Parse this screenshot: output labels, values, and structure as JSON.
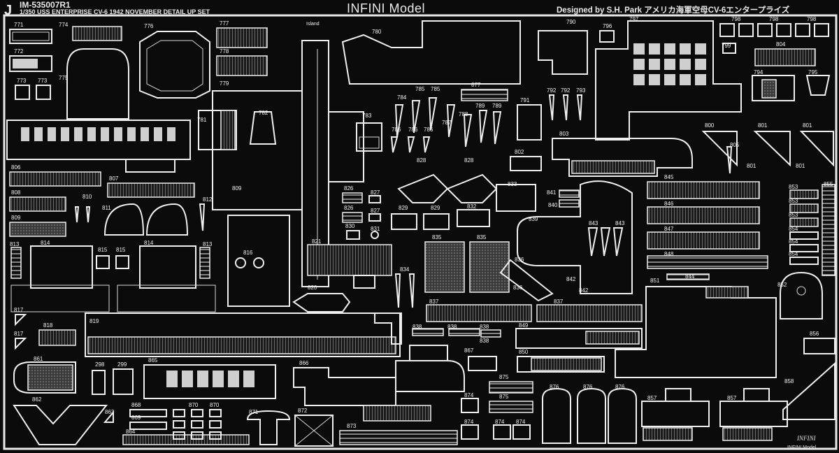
{
  "header": {
    "sheet_letter": "J",
    "product_code": "IM-535007R1",
    "subtitle": "1/350 USS ENTERPRISE CV-6 1942 NOVEMBER DETAIL UP SET",
    "brand": "INFINI Model",
    "designer": "Designed by S.H. Park アメリカ海軍空母CV-6エンタープライズ"
  },
  "footer": {
    "logo_text": "INFINI",
    "brand_small": "INFINI Model"
  },
  "island_label": "Island",
  "part_numbers": [
    {
      "n": "771"
    },
    {
      "n": "772"
    },
    {
      "n": "773"
    },
    {
      "n": "773b",
      "t": "773"
    },
    {
      "n": "774"
    },
    {
      "n": "775"
    },
    {
      "n": "776"
    },
    {
      "n": "777"
    },
    {
      "n": "778"
    },
    {
      "n": "779"
    },
    {
      "n": "780"
    },
    {
      "n": "781"
    },
    {
      "n": "782"
    },
    {
      "n": "783"
    },
    {
      "n": "784"
    },
    {
      "n": "785"
    },
    {
      "n": "785b",
      "t": "785"
    },
    {
      "n": "786"
    },
    {
      "n": "786b",
      "t": "786"
    },
    {
      "n": "786c",
      "t": "786"
    },
    {
      "n": "787"
    },
    {
      "n": "788"
    },
    {
      "n": "789"
    },
    {
      "n": "789b",
      "t": "789"
    },
    {
      "n": "790"
    },
    {
      "n": "791"
    },
    {
      "n": "792"
    },
    {
      "n": "792b",
      "t": "792"
    },
    {
      "n": "793"
    },
    {
      "n": "794"
    },
    {
      "n": "795"
    },
    {
      "n": "796"
    },
    {
      "n": "797"
    },
    {
      "n": "798"
    },
    {
      "n": "798b",
      "t": "798"
    },
    {
      "n": "798c",
      "t": "798"
    },
    {
      "n": "799"
    },
    {
      "n": "800"
    },
    {
      "n": "801"
    },
    {
      "n": "801b",
      "t": "801"
    },
    {
      "n": "801c",
      "t": "801"
    },
    {
      "n": "801d",
      "t": "801"
    },
    {
      "n": "802"
    },
    {
      "n": "803"
    },
    {
      "n": "804"
    },
    {
      "n": "805"
    },
    {
      "n": "806"
    },
    {
      "n": "807"
    },
    {
      "n": "808"
    },
    {
      "n": "809"
    },
    {
      "n": "809b",
      "t": "809"
    },
    {
      "n": "810"
    },
    {
      "n": "811"
    },
    {
      "n": "812"
    },
    {
      "n": "813"
    },
    {
      "n": "813b",
      "t": "813"
    },
    {
      "n": "814"
    },
    {
      "n": "814b",
      "t": "814"
    },
    {
      "n": "815"
    },
    {
      "n": "815b",
      "t": "815"
    },
    {
      "n": "816"
    },
    {
      "n": "817"
    },
    {
      "n": "817b",
      "t": "817"
    },
    {
      "n": "818"
    },
    {
      "n": "819"
    },
    {
      "n": "820"
    },
    {
      "n": "821"
    },
    {
      "n": "826"
    },
    {
      "n": "826b",
      "t": "826"
    },
    {
      "n": "827"
    },
    {
      "n": "827b",
      "t": "827"
    },
    {
      "n": "828"
    },
    {
      "n": "828b",
      "t": "828"
    },
    {
      "n": "829"
    },
    {
      "n": "829b",
      "t": "829"
    },
    {
      "n": "830"
    },
    {
      "n": "831"
    },
    {
      "n": "832"
    },
    {
      "n": "833"
    },
    {
      "n": "834"
    },
    {
      "n": "835"
    },
    {
      "n": "835b",
      "t": "835"
    },
    {
      "n": "836"
    },
    {
      "n": "836b",
      "t": "836"
    },
    {
      "n": "837"
    },
    {
      "n": "837b",
      "t": "837"
    },
    {
      "n": "838"
    },
    {
      "n": "838b",
      "t": "838"
    },
    {
      "n": "838c",
      "t": "838"
    },
    {
      "n": "838d",
      "t": "838"
    },
    {
      "n": "839"
    },
    {
      "n": "840"
    },
    {
      "n": "841"
    },
    {
      "n": "842"
    },
    {
      "n": "842b",
      "t": "842"
    },
    {
      "n": "843"
    },
    {
      "n": "843b",
      "t": "843"
    },
    {
      "n": "844"
    },
    {
      "n": "845"
    },
    {
      "n": "846"
    },
    {
      "n": "847"
    },
    {
      "n": "848"
    },
    {
      "n": "849"
    },
    {
      "n": "850"
    },
    {
      "n": "851"
    },
    {
      "n": "852"
    },
    {
      "n": "853"
    },
    {
      "n": "853b",
      "t": "853"
    },
    {
      "n": "853c",
      "t": "853"
    },
    {
      "n": "854"
    },
    {
      "n": "854b",
      "t": "854"
    },
    {
      "n": "854c",
      "t": "854"
    },
    {
      "n": "855"
    },
    {
      "n": "856"
    },
    {
      "n": "857"
    },
    {
      "n": "857b",
      "t": "857"
    },
    {
      "n": "858"
    },
    {
      "n": "861"
    },
    {
      "n": "862"
    },
    {
      "n": "863"
    },
    {
      "n": "864"
    },
    {
      "n": "865"
    },
    {
      "n": "866"
    },
    {
      "n": "867"
    },
    {
      "n": "868"
    },
    {
      "n": "869"
    },
    {
      "n": "870"
    },
    {
      "n": "870b",
      "t": "870"
    },
    {
      "n": "871"
    },
    {
      "n": "872"
    },
    {
      "n": "873"
    },
    {
      "n": "874"
    },
    {
      "n": "874b",
      "t": "874"
    },
    {
      "n": "874c",
      "t": "874"
    },
    {
      "n": "874d",
      "t": "874"
    },
    {
      "n": "875"
    },
    {
      "n": "875b",
      "t": "875"
    },
    {
      "n": "876"
    },
    {
      "n": "876b",
      "t": "876"
    },
    {
      "n": "876c",
      "t": "876"
    },
    {
      "n": "877"
    },
    {
      "n": "298"
    },
    {
      "n": "299"
    }
  ],
  "colors": {
    "background": "#0b0b0b",
    "etch": "#f0f0f0"
  }
}
